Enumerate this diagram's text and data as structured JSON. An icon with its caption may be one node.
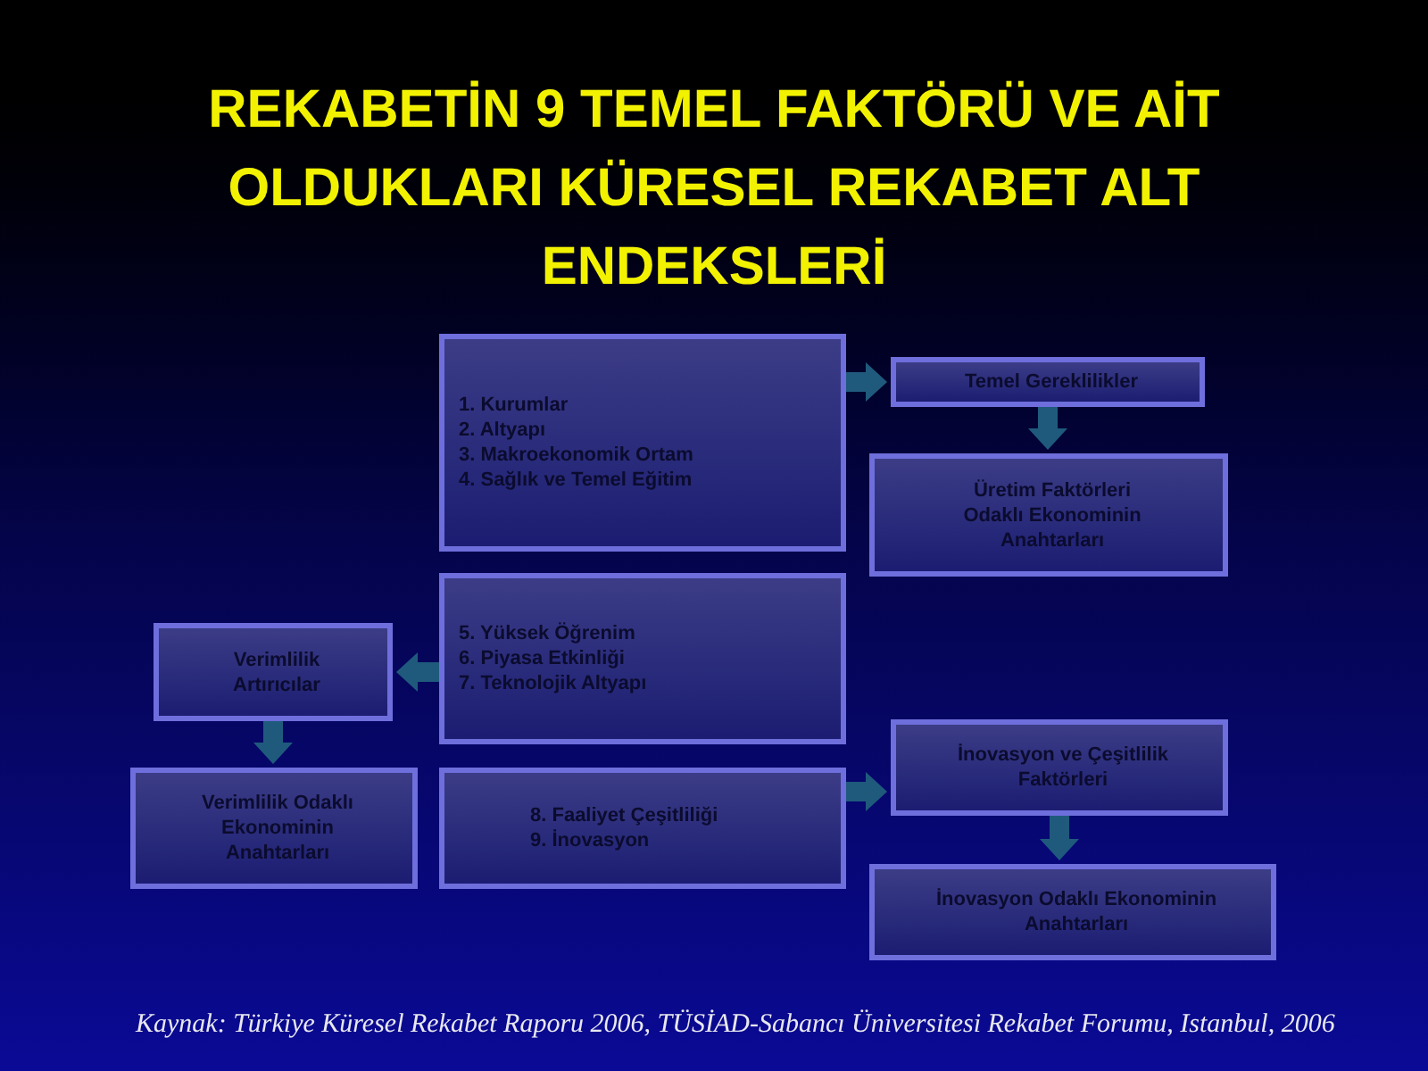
{
  "diagram": {
    "title": "REKABETİN 9 TEMEL FAKTÖRÜ VE AİT OLDUKLARI KÜRESEL REKABET ALT ENDEKSLERİ",
    "caption": "Kaynak: Türkiye Küresel Rekabet Raporu 2006, TÜSİAD-Sabancı Üniversitesi Rekabet Forumu, Istanbul, 2006",
    "nodes": [
      {
        "text": [
          "1.  Kurumlar",
          "2.  Altyapı",
          "3.  Makroekonomik Ortam",
          "4.  Sağlık ve Temel Eğitim"
        ]
      },
      {
        "text": [
          "Temel Gereklilikler"
        ]
      },
      {
        "text": [
          "Üretim Faktörleri Odaklı Ekonominin Anahtarları"
        ]
      },
      {
        "text": [
          "5.  Yüksek Öğrenim",
          "6.  Piyasa Etkinliği",
          "7.  Teknolojik Altyapı"
        ]
      },
      {
        "text": [
          "Verimlilik Artırıcılar"
        ]
      },
      {
        "text": [
          "Verimlilik Odaklı Ekonominin Anahtarları"
        ]
      },
      {
        "text": [
          "8.  Faaliyet Çeşitliliği",
          "9.  İnovasyon"
        ]
      },
      {
        "text": [
          "İnovasyon ve Çeşitlilik Faktörleri"
        ]
      },
      {
        "text": [
          "İnovasyon Odaklı Ekonominin Anahtarları"
        ]
      }
    ],
    "edges": [
      {
        "from": 0,
        "to": 1,
        "arrow": "to"
      },
      {
        "from": 1,
        "to": 2,
        "arrow": "to"
      },
      {
        "from": 3,
        "to": 4,
        "arrow": "to"
      },
      {
        "from": 4,
        "to": 5,
        "arrow": "to"
      },
      {
        "from": 6,
        "to": 7,
        "arrow": "to"
      },
      {
        "from": 7,
        "to": 8,
        "arrow": "to"
      }
    ]
  }
}
